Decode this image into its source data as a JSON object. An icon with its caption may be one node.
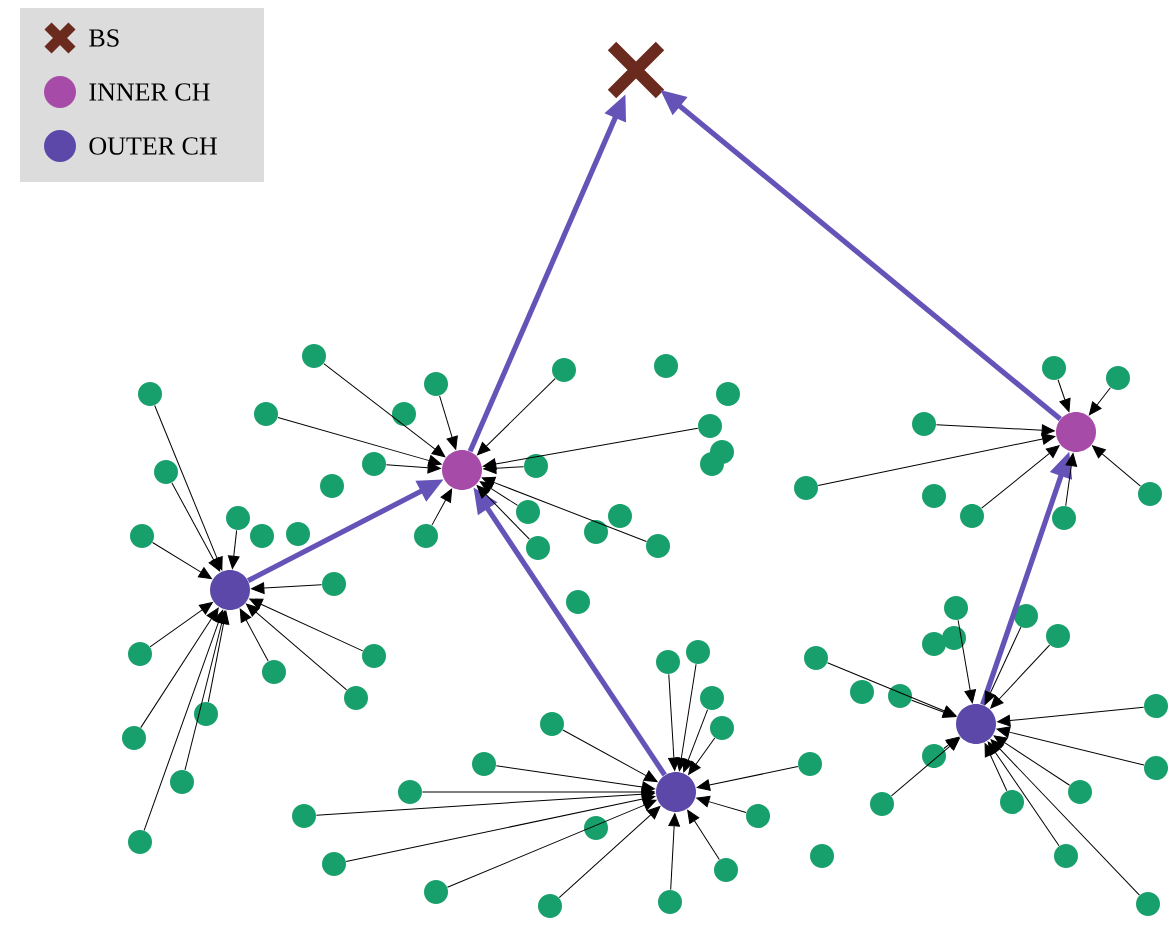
{
  "diagram": {
    "nodes": [
      {
        "text": [],
        "shape": "cross"
      },
      {
        "text": [],
        "shape": "circle"
      },
      {
        "text": [],
        "shape": "circle"
      },
      {
        "text": [],
        "shape": "circle"
      },
      {
        "text": [],
        "shape": "circle"
      },
      {
        "text": [],
        "shape": "circle"
      },
      {
        "text": [],
        "shape": "circle"
      },
      {
        "text": [],
        "shape": "circle"
      },
      {
        "text": [],
        "shape": "circle"
      },
      {
        "text": [],
        "shape": "circle"
      },
      {
        "text": [],
        "shape": "circle"
      },
      {
        "text": [],
        "shape": "circle"
      },
      {
        "text": [],
        "shape": "circle"
      },
      {
        "text": [],
        "shape": "circle"
      },
      {
        "text": [],
        "shape": "circle"
      },
      {
        "text": [],
        "shape": "circle"
      },
      {
        "text": [],
        "shape": "circle"
      },
      {
        "text": [],
        "shape": "circle"
      },
      {
        "text": [],
        "shape": "circle"
      },
      {
        "text": [],
        "shape": "circle"
      },
      {
        "text": [],
        "shape": "circle"
      },
      {
        "text": [],
        "shape": "circle"
      },
      {
        "text": [],
        "shape": "circle"
      },
      {
        "text": [],
        "shape": "circle"
      },
      {
        "text": [],
        "shape": "circle"
      },
      {
        "text": [],
        "shape": "circle"
      },
      {
        "text": [],
        "shape": "circle"
      },
      {
        "text": [],
        "shape": "circle"
      },
      {
        "text": [],
        "shape": "circle"
      },
      {
        "text": [],
        "shape": "circle"
      },
      {
        "text": [],
        "shape": "circle"
      },
      {
        "text": [],
        "shape": "circle"
      },
      {
        "text": [],
        "shape": "circle"
      },
      {
        "text": [],
        "shape": "circle"
      },
      {
        "text": [],
        "shape": "circle"
      },
      {
        "text": [],
        "shape": "circle"
      },
      {
        "text": [],
        "shape": "circle"
      },
      {
        "text": [],
        "shape": "circle"
      },
      {
        "text": [],
        "shape": "circle"
      },
      {
        "text": [],
        "shape": "circle"
      },
      {
        "text": [],
        "shape": "circle"
      },
      {
        "text": [],
        "shape": "circle"
      },
      {
        "text": [],
        "shape": "circle"
      },
      {
        "text": [],
        "shape": "circle"
      },
      {
        "text": [],
        "shape": "circle"
      },
      {
        "text": [],
        "shape": "circle"
      },
      {
        "text": [],
        "shape": "circle"
      },
      {
        "text": [],
        "shape": "circle"
      },
      {
        "text": [],
        "shape": "circle"
      },
      {
        "text": [],
        "shape": "circle"
      },
      {
        "text": [],
        "shape": "circle"
      },
      {
        "text": [],
        "shape": "circle"
      },
      {
        "text": [],
        "shape": "circle"
      },
      {
        "text": [],
        "shape": "circle"
      },
      {
        "text": [],
        "shape": "circle"
      },
      {
        "text": [],
        "shape": "circle"
      },
      {
        "text": [],
        "shape": "circle"
      },
      {
        "text": [],
        "shape": "circle"
      },
      {
        "text": [],
        "shape": "circle"
      },
      {
        "text": [],
        "shape": "circle"
      },
      {
        "text": [],
        "shape": "circle"
      },
      {
        "text": [],
        "shape": "circle"
      },
      {
        "text": [],
        "shape": "circle"
      },
      {
        "text": [],
        "shape": "circle"
      },
      {
        "text": [],
        "shape": "circle"
      },
      {
        "text": [],
        "shape": "circle"
      },
      {
        "text": [],
        "shape": "circle"
      },
      {
        "text": [],
        "shape": "circle"
      },
      {
        "text": [],
        "shape": "circle"
      },
      {
        "text": [],
        "shape": "circle"
      },
      {
        "text": [],
        "shape": "circle"
      },
      {
        "text": [],
        "shape": "circle"
      },
      {
        "text": [],
        "shape": "circle"
      },
      {
        "text": [],
        "shape": "circle"
      },
      {
        "text": [],
        "shape": "circle"
      },
      {
        "text": [],
        "shape": "circle"
      },
      {
        "text": [],
        "shape": "circle"
      },
      {
        "text": [],
        "shape": "circle"
      },
      {
        "text": [],
        "shape": "circle"
      },
      {
        "text": [],
        "shape": "circle"
      },
      {
        "text": [],
        "shape": "circle"
      },
      {
        "text": [],
        "shape": "circle"
      }
    ],
    "edges": [
      {
        "from": 3,
        "to": 1,
        "arrow": "to",
        "style": "thick",
        "color": "#6653b8"
      },
      {
        "from": 4,
        "to": 1,
        "arrow": "to",
        "style": "thick",
        "color": "#6653b8"
      },
      {
        "from": 5,
        "to": 2,
        "arrow": "to",
        "style": "thick",
        "color": "#6653b8"
      },
      {
        "from": 1,
        "to": 0,
        "arrow": "to",
        "style": "thick",
        "color": "#6653b8"
      },
      {
        "from": 2,
        "to": 0,
        "arrow": "to",
        "style": "thick",
        "color": "#6653b8"
      },
      {
        "from": 6,
        "to": 1,
        "arrow": "to"
      },
      {
        "from": 7,
        "to": 1,
        "arrow": "to"
      },
      {
        "from": 9,
        "to": 3,
        "arrow": "to"
      },
      {
        "from": 10,
        "to": 1,
        "arrow": "to"
      },
      {
        "from": 11,
        "to": 3,
        "arrow": "to"
      },
      {
        "from": 12,
        "to": 1,
        "arrow": "to"
      },
      {
        "from": 14,
        "to": 3,
        "arrow": "to"
      },
      {
        "from": 15,
        "to": 3,
        "arrow": "to"
      },
      {
        "from": 18,
        "to": 3,
        "arrow": "to"
      },
      {
        "from": 19,
        "to": 1,
        "arrow": "to"
      },
      {
        "from": 20,
        "to": 3,
        "arrow": "to"
      },
      {
        "from": 21,
        "to": 3,
        "arrow": "to"
      },
      {
        "from": 22,
        "to": 3,
        "arrow": "to"
      },
      {
        "from": 23,
        "to": 3,
        "arrow": "to"
      },
      {
        "from": 24,
        "to": 3,
        "arrow": "to"
      },
      {
        "from": 25,
        "to": 3,
        "arrow": "to"
      },
      {
        "from": 26,
        "to": 3,
        "arrow": "to"
      },
      {
        "from": 27,
        "to": 3,
        "arrow": "to"
      },
      {
        "from": 28,
        "to": 1,
        "arrow": "to"
      },
      {
        "from": 31,
        "to": 1,
        "arrow": "to"
      },
      {
        "from": 34,
        "to": 1,
        "arrow": "to"
      },
      {
        "from": 35,
        "to": 1,
        "arrow": "to"
      },
      {
        "from": 36,
        "to": 1,
        "arrow": "to"
      },
      {
        "from": 39,
        "to": 1,
        "arrow": "to"
      },
      {
        "from": 41,
        "to": 2,
        "arrow": "to"
      },
      {
        "from": 42,
        "to": 2,
        "arrow": "to"
      },
      {
        "from": 43,
        "to": 2,
        "arrow": "to"
      },
      {
        "from": 44,
        "to": 2,
        "arrow": "to"
      },
      {
        "from": 46,
        "to": 2,
        "arrow": "to"
      },
      {
        "from": 47,
        "to": 2,
        "arrow": "to"
      },
      {
        "from": 48,
        "to": 2,
        "arrow": "to"
      },
      {
        "from": 49,
        "to": 4,
        "arrow": "to"
      },
      {
        "from": 50,
        "to": 4,
        "arrow": "to"
      },
      {
        "from": 51,
        "to": 4,
        "arrow": "to"
      },
      {
        "from": 52,
        "to": 4,
        "arrow": "to"
      },
      {
        "from": 53,
        "to": 4,
        "arrow": "to"
      },
      {
        "from": 54,
        "to": 4,
        "arrow": "to"
      },
      {
        "from": 55,
        "to": 4,
        "arrow": "to"
      },
      {
        "from": 56,
        "to": 4,
        "arrow": "to"
      },
      {
        "from": 58,
        "to": 4,
        "arrow": "to"
      },
      {
        "from": 59,
        "to": 4,
        "arrow": "to"
      },
      {
        "from": 60,
        "to": 4,
        "arrow": "to"
      },
      {
        "from": 61,
        "to": 4,
        "arrow": "to"
      },
      {
        "from": 62,
        "to": 4,
        "arrow": "to"
      },
      {
        "from": 63,
        "to": 4,
        "arrow": "to"
      },
      {
        "from": 64,
        "to": 4,
        "arrow": "to"
      },
      {
        "from": 65,
        "to": 5,
        "arrow": "to"
      },
      {
        "from": 67,
        "to": 5,
        "arrow": "to"
      },
      {
        "from": 70,
        "to": 5,
        "arrow": "to"
      },
      {
        "from": 71,
        "to": 5,
        "arrow": "to"
      },
      {
        "from": 73,
        "to": 5,
        "arrow": "to"
      },
      {
        "from": 74,
        "to": 5,
        "arrow": "to"
      },
      {
        "from": 75,
        "to": 5,
        "arrow": "to"
      },
      {
        "from": 76,
        "to": 5,
        "arrow": "to"
      },
      {
        "from": 77,
        "to": 5,
        "arrow": "to"
      },
      {
        "from": 78,
        "to": 5,
        "arrow": "to"
      },
      {
        "from": 79,
        "to": 5,
        "arrow": "to"
      },
      {
        "from": 80,
        "to": 5,
        "arrow": "to"
      },
      {
        "from": 81,
        "to": 5,
        "arrow": "to"
      }
    ],
    "legend": [
      {
        "text": "BS"
      },
      {
        "text": "INNER CH"
      },
      {
        "text": "OUTER CH"
      }
    ]
  }
}
